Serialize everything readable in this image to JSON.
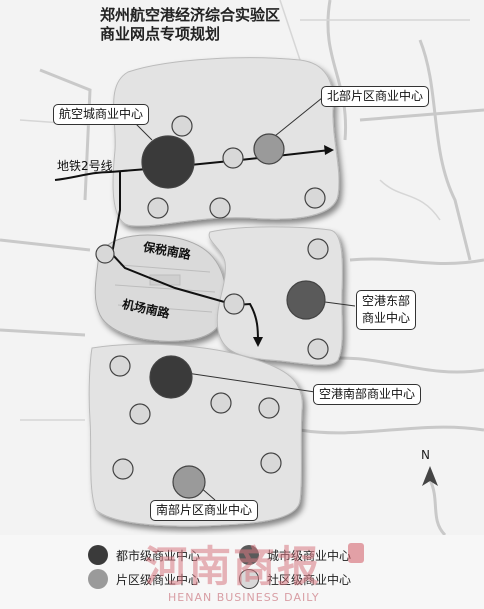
{
  "title": {
    "line1": "郑州航空港经济综合实验区",
    "line2": "商业网点专项规划"
  },
  "callouts": {
    "airport_city": "航空城商业中心",
    "north": "北部片区商业中心",
    "east_line1": "空港东部",
    "east_line2": "商业中心",
    "south_airport": "空港南部商业中心",
    "south": "南部片区商业中心"
  },
  "labels": {
    "metro": "地铁2号线",
    "road1": "保税南路",
    "road2": "机场南路",
    "north_arrow": "N"
  },
  "legend": {
    "city_level": "都市级商业中心",
    "urban_level": "城市级商业中心",
    "district_level": "片区级商业中心",
    "community_level": "社区级商业中心"
  },
  "watermark": {
    "main": "河南商报",
    "sub": "HENAN BUSINESS DAILY"
  },
  "colors": {
    "city_level": "#3a3a3a",
    "urban_level": "#5a5a5a",
    "district_level": "#9a9a9a",
    "community_level": "#d8d8d8",
    "zone_fill": "#e2e2e2"
  }
}
